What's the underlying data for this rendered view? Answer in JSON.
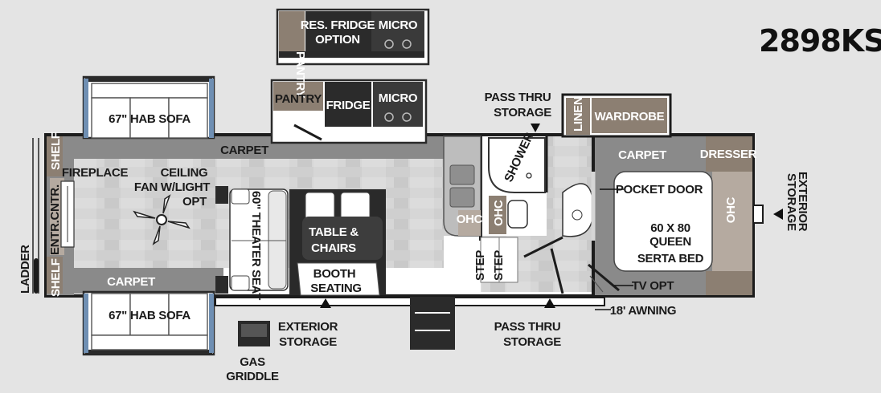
{
  "model": "2898KS",
  "labels": {
    "pantry_top": "PANTRY",
    "res_fridge": "RES. FRIDGE",
    "res_fridge_option": "OPTION",
    "micro_top": "MICRO",
    "pantry": "PANTRY",
    "fridge": "FRIDGE",
    "micro": "MICRO",
    "sofa_top": "67\" HAB SOFA",
    "sofa_bottom": "67\" HAB SOFA",
    "carpet_living": "CARPET",
    "carpet_lower": "CARPET",
    "carpet_bed": "CARPET",
    "shelf_top": "SHELF",
    "shelf_bottom": "SHELF",
    "fireplace": "FIREPLACE",
    "entr_cntr": "ENTR.CNTR.",
    "ladder": "LADDER",
    "ceiling_fan_1": "CEILING",
    "ceiling_fan_2": "FAN W/LIGHT",
    "ceiling_fan_3": "OPT",
    "theater_seat": "60\" THEATER SEAT",
    "table_1": "TABLE &",
    "table_2": "CHAIRS",
    "booth_1": "BOOTH",
    "booth_2": "SEATING",
    "exterior_storage_1": "EXTERIOR",
    "exterior_storage_2": "STORAGE",
    "gas_griddle_1": "GAS",
    "gas_griddle_2": "GRIDDLE",
    "pass_thru_top_1": "PASS THRU",
    "pass_thru_top_2": "STORAGE",
    "pass_thru_bottom_1": "PASS THRU",
    "pass_thru_bottom_2": "STORAGE",
    "shower": "SHOWER",
    "ohc_kitchen": "OHC",
    "ohc_bath": "OHC",
    "ohc_bed": "OHC",
    "step_1": "STEP",
    "step_2": "STEP",
    "linen": "LINEN",
    "wardrobe": "WARDROBE",
    "dresser": "DRESSER",
    "pocket_door": "POCKET DOOR",
    "bed_1": "60 X 80",
    "bed_2": "QUEEN",
    "bed_3": "SERTA BED",
    "tv_opt": "TV OPT",
    "awning": "18' AWNING",
    "exterior_storage_right_1": "EXTERIOR",
    "exterior_storage_right_2": "STORAGE"
  }
}
